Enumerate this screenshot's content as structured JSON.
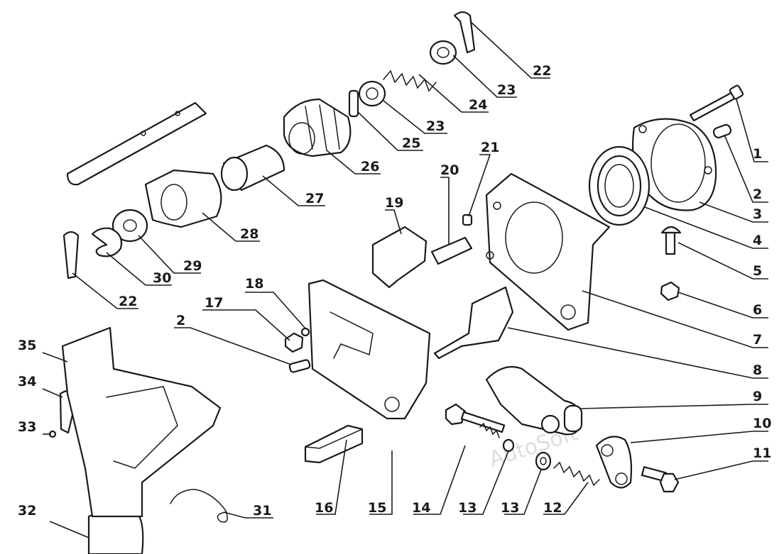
{
  "watermark": "AutoSoft",
  "callouts": [
    {
      "id": "c1",
      "text": "1"
    },
    {
      "id": "c2a",
      "text": "2"
    },
    {
      "id": "c3",
      "text": "3"
    },
    {
      "id": "c4",
      "text": "4"
    },
    {
      "id": "c5",
      "text": "5"
    },
    {
      "id": "c6",
      "text": "6"
    },
    {
      "id": "c7",
      "text": "7"
    },
    {
      "id": "c8",
      "text": "8"
    },
    {
      "id": "c9",
      "text": "9"
    },
    {
      "id": "c10",
      "text": "10"
    },
    {
      "id": "c11",
      "text": "11"
    },
    {
      "id": "c12",
      "text": "12"
    },
    {
      "id": "c13a",
      "text": "13"
    },
    {
      "id": "c13b",
      "text": "13"
    },
    {
      "id": "c14",
      "text": "14"
    },
    {
      "id": "c15",
      "text": "15"
    },
    {
      "id": "c16",
      "text": "16"
    },
    {
      "id": "c17",
      "text": "17"
    },
    {
      "id": "c18",
      "text": "18"
    },
    {
      "id": "c19",
      "text": "19"
    },
    {
      "id": "c20",
      "text": "20"
    },
    {
      "id": "c21",
      "text": "21"
    },
    {
      "id": "c22a",
      "text": "22"
    },
    {
      "id": "c22b",
      "text": "22"
    },
    {
      "id": "c23a",
      "text": "23"
    },
    {
      "id": "c23b",
      "text": "23"
    },
    {
      "id": "c24",
      "text": "24"
    },
    {
      "id": "c25",
      "text": "25"
    },
    {
      "id": "c26",
      "text": "26"
    },
    {
      "id": "c27",
      "text": "27"
    },
    {
      "id": "c28",
      "text": "28"
    },
    {
      "id": "c29",
      "text": "29"
    },
    {
      "id": "c30",
      "text": "30"
    },
    {
      "id": "c31",
      "text": "31"
    },
    {
      "id": "c32",
      "text": "32"
    },
    {
      "id": "c33",
      "text": "33"
    },
    {
      "id": "c34",
      "text": "34"
    },
    {
      "id": "c35",
      "text": "35"
    },
    {
      "id": "c2b",
      "text": "2"
    }
  ]
}
